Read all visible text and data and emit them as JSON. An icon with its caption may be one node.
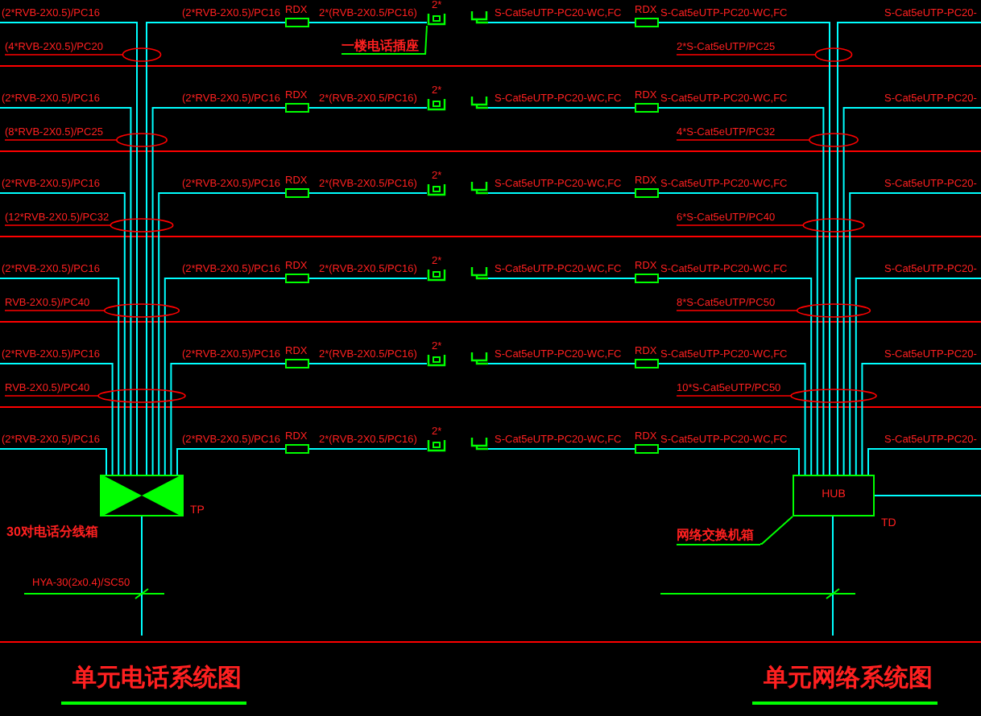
{
  "diagram": {
    "nodes": [
      {
        "text": [],
        "shape": "box",
        "beside": [
          "TP"
        ]
      },
      {
        "text": [
          "RDX"
        ]
      },
      {
        "text": [
          "RDX"
        ]
      },
      {
        "text": [
          "RDX"
        ]
      },
      {
        "text": [
          "RDX"
        ]
      },
      {
        "text": [
          "RDX"
        ]
      },
      {
        "text": [
          "RDX"
        ]
      },
      {
        "text": [
          "2*"
        ]
      },
      {
        "text": [
          "2*"
        ]
      },
      {
        "text": [
          "2*"
        ]
      },
      {
        "text": [
          "2*"
        ]
      },
      {
        "text": [
          "2*"
        ]
      },
      {
        "text": [
          "2*"
        ]
      },
      {
        "text": [
          "一楼电话插座"
        ]
      },
      {
        "text": [
          "HUB"
        ],
        "beside": [
          "TD"
        ]
      },
      {
        "text": [
          "RDX"
        ]
      },
      {
        "text": [
          "RDX"
        ]
      },
      {
        "text": [
          "RDX"
        ]
      },
      {
        "text": [
          "RDX"
        ]
      },
      {
        "text": [
          "RDX"
        ]
      },
      {
        "text": [
          "RDX"
        ]
      },
      {
        "text": [],
        "shape": "socket"
      },
      {
        "text": [],
        "shape": "socket"
      },
      {
        "text": [],
        "shape": "socket"
      },
      {
        "text": [],
        "shape": "socket"
      },
      {
        "text": [],
        "shape": "socket"
      },
      {
        "text": [],
        "shape": "socket"
      },
      {
        "text": [
          "网络交换机箱"
        ]
      }
    ],
    "edges": [
      {
        "from": 0,
        "to": 1,
        "arrow": "none",
        "label": "(2*RVB-2X0.5)/PC16"
      },
      {
        "from": 1,
        "to": 7,
        "arrow": "none",
        "label": "2*(RVB-2X0.5/PC16)"
      },
      {
        "from": 0,
        "to": null,
        "arrow": "none",
        "label": "(2*RVB-2X0.5)/PC16"
      },
      {
        "from": 0,
        "to": 2,
        "arrow": "none",
        "label": "(2*RVB-2X0.5)/PC16"
      },
      {
        "from": 2,
        "to": 8,
        "arrow": "none",
        "label": "2*(RVB-2X0.5/PC16)"
      },
      {
        "from": 0,
        "to": null,
        "arrow": "none",
        "label": "(2*RVB-2X0.5)/PC16"
      },
      {
        "from": 0,
        "to": 3,
        "arrow": "none",
        "label": "(2*RVB-2X0.5)/PC16"
      },
      {
        "from": 3,
        "to": 9,
        "arrow": "none",
        "label": "2*(RVB-2X0.5/PC16)"
      },
      {
        "from": 0,
        "to": null,
        "arrow": "none",
        "label": "(2*RVB-2X0.5)/PC16"
      },
      {
        "from": 0,
        "to": 4,
        "arrow": "none",
        "label": "(2*RVB-2X0.5)/PC16"
      },
      {
        "from": 4,
        "to": 10,
        "arrow": "none",
        "label": "2*(RVB-2X0.5/PC16)"
      },
      {
        "from": 0,
        "to": null,
        "arrow": "none",
        "label": "(2*RVB-2X0.5)/PC16"
      },
      {
        "from": 0,
        "to": 5,
        "arrow": "none",
        "label": "(2*RVB-2X0.5)/PC16"
      },
      {
        "from": 5,
        "to": 11,
        "arrow": "none",
        "label": "2*(RVB-2X0.5/PC16)"
      },
      {
        "from": 0,
        "to": null,
        "arrow": "none",
        "label": "(2*RVB-2X0.5)/PC16"
      },
      {
        "from": 0,
        "to": 6,
        "arrow": "none",
        "label": "(2*RVB-2X0.5)/PC16"
      },
      {
        "from": 6,
        "to": 12,
        "arrow": "none",
        "label": "2*(RVB-2X0.5/PC16)"
      },
      {
        "from": 0,
        "to": null,
        "arrow": "none",
        "label": "(2*RVB-2X0.5)/PC16"
      },
      {
        "from": 13,
        "to": 7,
        "arrow": "none",
        "color": "#00ff00"
      },
      {
        "from": 0,
        "to": null,
        "arrow": "none",
        "label": "HYA-30(2x0.4)/SC50"
      },
      {
        "from": 21,
        "to": 15,
        "arrow": "none",
        "label": "S-Cat5eUTP-PC20-WC,FC"
      },
      {
        "from": 15,
        "to": 14,
        "arrow": "none",
        "label": "S-Cat5eUTP-PC20-WC,FC"
      },
      {
        "from": 14,
        "to": null,
        "arrow": "none",
        "label": "S-Cat5eUTP-PC20-"
      },
      {
        "from": 22,
        "to": 16,
        "arrow": "none",
        "label": "S-Cat5eUTP-PC20-WC,FC"
      },
      {
        "from": 16,
        "to": 14,
        "arrow": "none",
        "label": "S-Cat5eUTP-PC20-WC,FC"
      },
      {
        "from": 14,
        "to": null,
        "arrow": "none",
        "label": "S-Cat5eUTP-PC20-"
      },
      {
        "from": 23,
        "to": 17,
        "arrow": "none",
        "label": "S-Cat5eUTP-PC20-WC,FC"
      },
      {
        "from": 17,
        "to": 14,
        "arrow": "none",
        "label": "S-Cat5eUTP-PC20-WC,FC"
      },
      {
        "from": 14,
        "to": null,
        "arrow": "none",
        "label": "S-Cat5eUTP-PC20-"
      },
      {
        "from": 24,
        "to": 18,
        "arrow": "none",
        "label": "S-Cat5eUTP-PC20-WC,FC"
      },
      {
        "from": 18,
        "to": 14,
        "arrow": "none",
        "label": "S-Cat5eUTP-PC20-WC,FC"
      },
      {
        "from": 14,
        "to": null,
        "arrow": "none",
        "label": "S-Cat5eUTP-PC20-"
      },
      {
        "from": 25,
        "to": 19,
        "arrow": "none",
        "label": "S-Cat5eUTP-PC20-WC,FC"
      },
      {
        "from": 19,
        "to": 14,
        "arrow": "none",
        "label": "S-Cat5eUTP-PC20-WC,FC"
      },
      {
        "from": 14,
        "to": null,
        "arrow": "none",
        "label": "S-Cat5eUTP-PC20-"
      },
      {
        "from": 26,
        "to": 20,
        "arrow": "none",
        "label": "S-Cat5eUTP-PC20-WC,FC"
      },
      {
        "from": 20,
        "to": 14,
        "arrow": "none",
        "label": "S-Cat5eUTP-PC20-WC,FC"
      },
      {
        "from": 14,
        "to": null,
        "arrow": "none",
        "label": "S-Cat5eUTP-PC20-"
      },
      {
        "from": 27,
        "to": 14,
        "arrow": "none",
        "color": "#00ff00"
      },
      {
        "from": 14,
        "to": null,
        "arrow": "none"
      },
      {
        "from": 14,
        "to": null,
        "arrow": "none"
      }
    ],
    "labels": [
      "(4*RVB-2X0.5)/PC20",
      "(8*RVB-2X0.5)/PC25",
      "(12*RVB-2X0.5)/PC32",
      "RVB-2X0.5)/PC40",
      "RVB-2X0.5)/PC40",
      "30对电话分线箱",
      "2*S-Cat5eUTP/PC25",
      "4*S-Cat5eUTP/PC32",
      "6*S-Cat5eUTP/PC40",
      "8*S-Cat5eUTP/PC50",
      "10*S-Cat5eUTP/PC50",
      "单元电话系统图",
      "单元网络系统图"
    ]
  }
}
